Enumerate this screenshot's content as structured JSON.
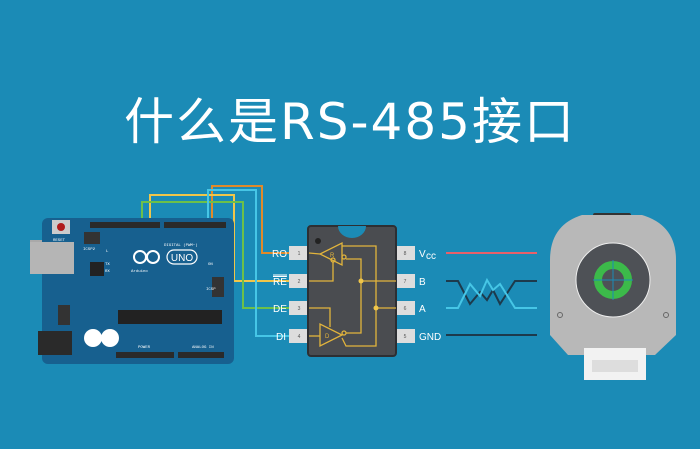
{
  "title": "什么是RS-485接口",
  "arduino": {
    "reset": "RESET",
    "icsp2": "ICSP2",
    "icsp": "ICSP",
    "logo": "Arduino",
    "model": "UNO",
    "digital": "DIGITAL (PWM~)",
    "power": "POWER",
    "analog": "ANALOG IN",
    "tx": "TX",
    "rx": "RX",
    "l": "L",
    "on": "ON"
  },
  "chip": {
    "left_pins": [
      {
        "label": "RO",
        "num": "1"
      },
      {
        "label": "RE",
        "num": "2"
      },
      {
        "label": "DE",
        "num": "3"
      },
      {
        "label": "DI",
        "num": "4"
      }
    ],
    "right_pins": [
      {
        "label": "V",
        "sub": "cc",
        "num": "8"
      },
      {
        "label": "B",
        "num": "7"
      },
      {
        "label": "A",
        "num": "6"
      },
      {
        "label": "GND",
        "num": "5"
      }
    ],
    "receiver": "R",
    "driver": "D"
  },
  "colors": {
    "background": "#1b8bb6",
    "board": "#17608f",
    "chip": "#4a4c50",
    "trace": "#e2b43c",
    "wire_ro": "#e08a2a",
    "wire_re": "#f0c64a",
    "wire_de": "#6cc04a",
    "wire_di": "#46c6e6",
    "vcc_line": "#e8606a",
    "gnd_line": "#1d3a4c",
    "encoder_ring": "#3cba4a"
  }
}
